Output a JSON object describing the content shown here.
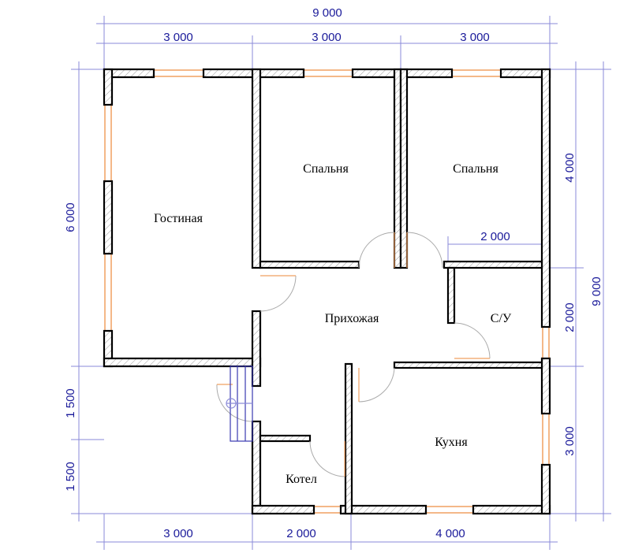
{
  "title": "Floor plan 9000 x 9000",
  "rooms": {
    "living": "Гостиная",
    "bedroom1": "Спальня",
    "bedroom2": "Спальня",
    "hall": "Прихожая",
    "bathroom": "С/У",
    "kitchen": "Кухня",
    "boiler": "Котел"
  },
  "dimensions": {
    "top_total": "9 000",
    "top": [
      "3 000",
      "3 000",
      "3 000"
    ],
    "left": [
      "6 000",
      "1 500",
      "1 500"
    ],
    "right": [
      "4 000",
      "2 000",
      "3 000"
    ],
    "right_total": "9 000",
    "bottom": [
      "3 000",
      "2 000",
      "4 000"
    ],
    "inner": "2 000"
  },
  "colors": {
    "dimension": "#1a1a9a",
    "window": "#f0a060",
    "wall": "#000000",
    "stairs": "#3a3ab0"
  }
}
